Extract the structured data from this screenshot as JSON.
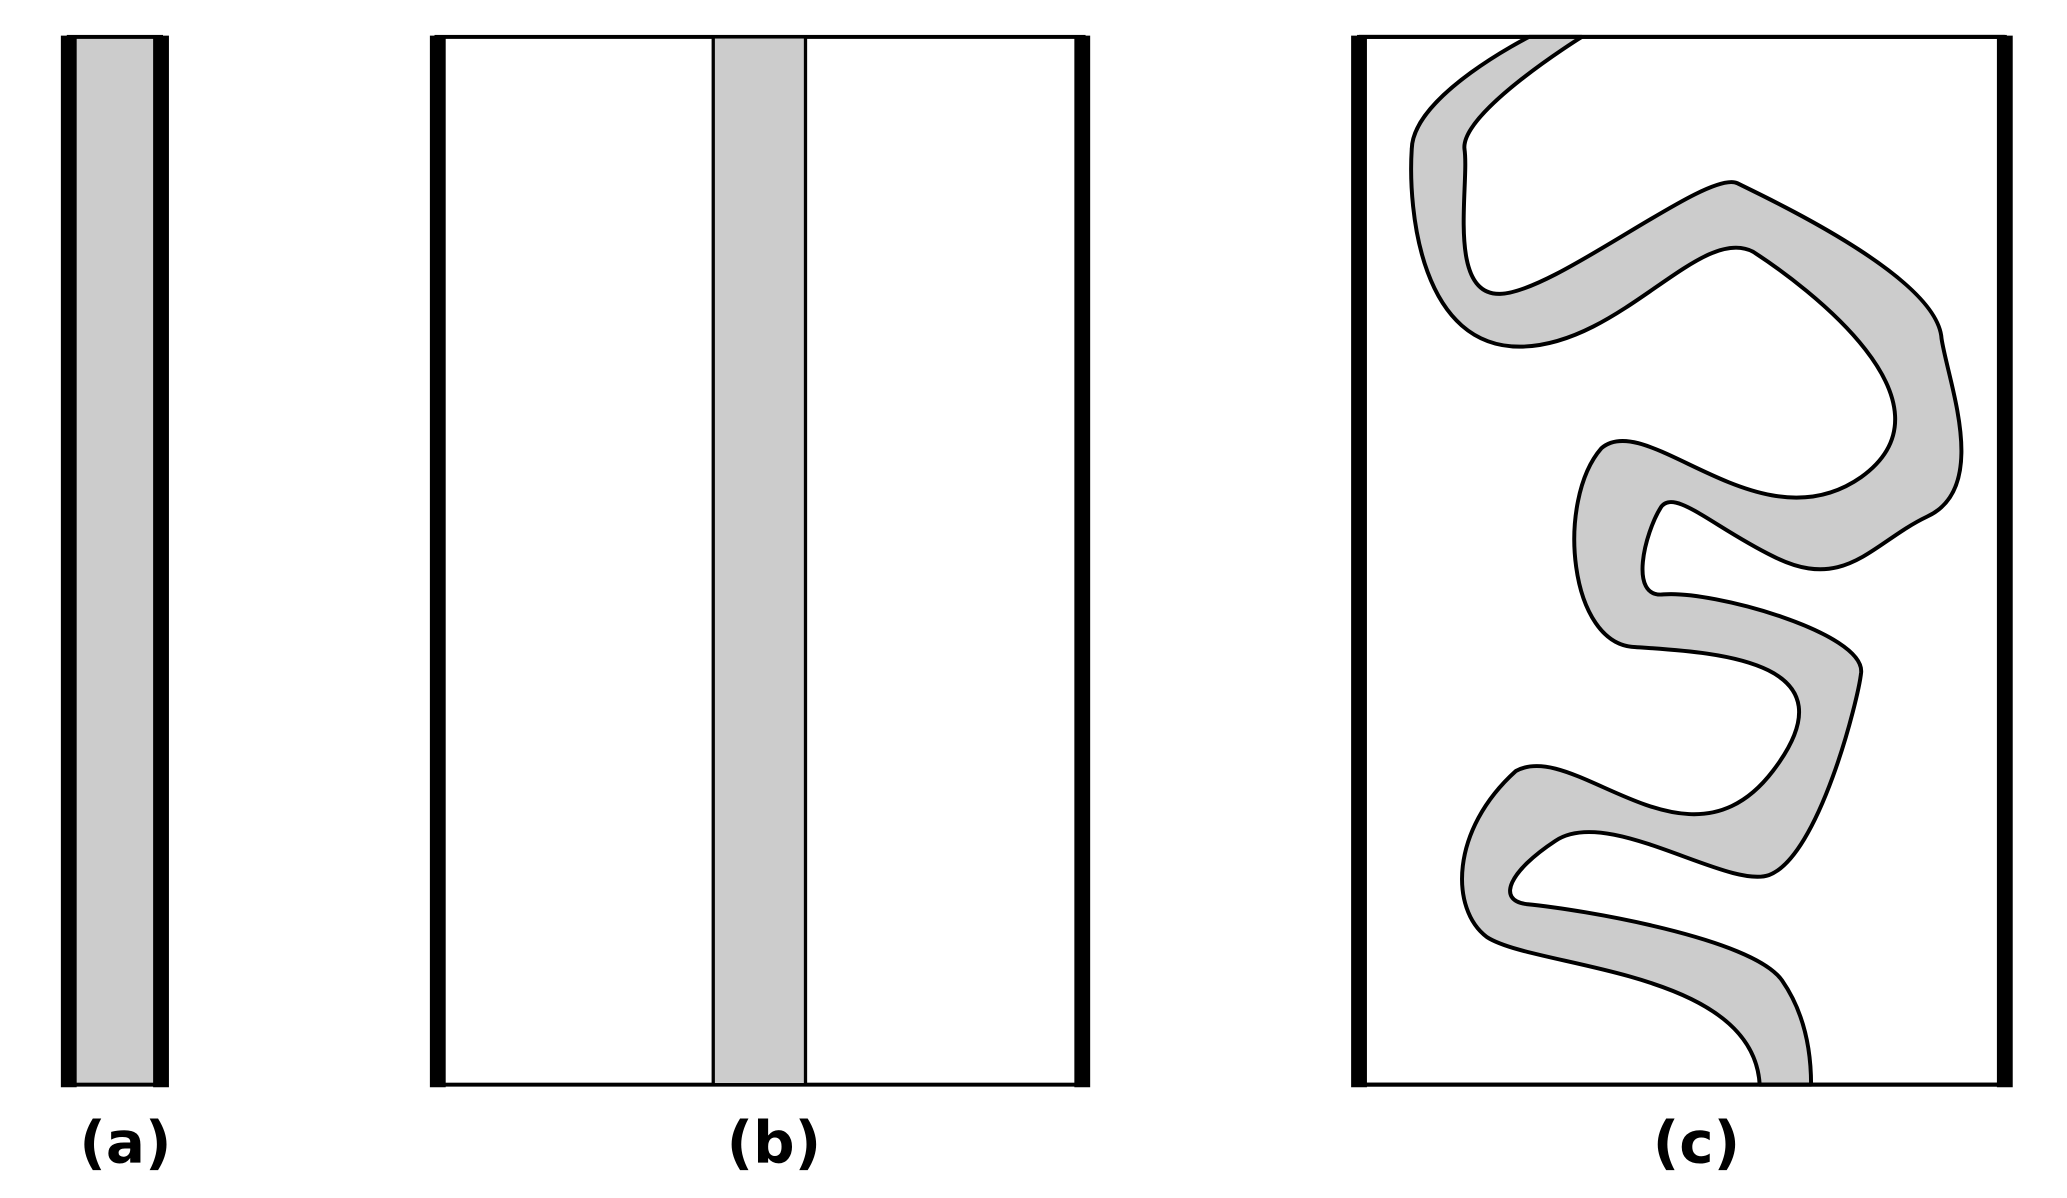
{
  "panels": [
    {
      "label": "(a)"
    },
    {
      "label": "(b)"
    },
    {
      "label": "(c)"
    }
  ],
  "colors": {
    "fill": "#cccccc",
    "stroke": "#000000",
    "background": "#ffffff"
  }
}
